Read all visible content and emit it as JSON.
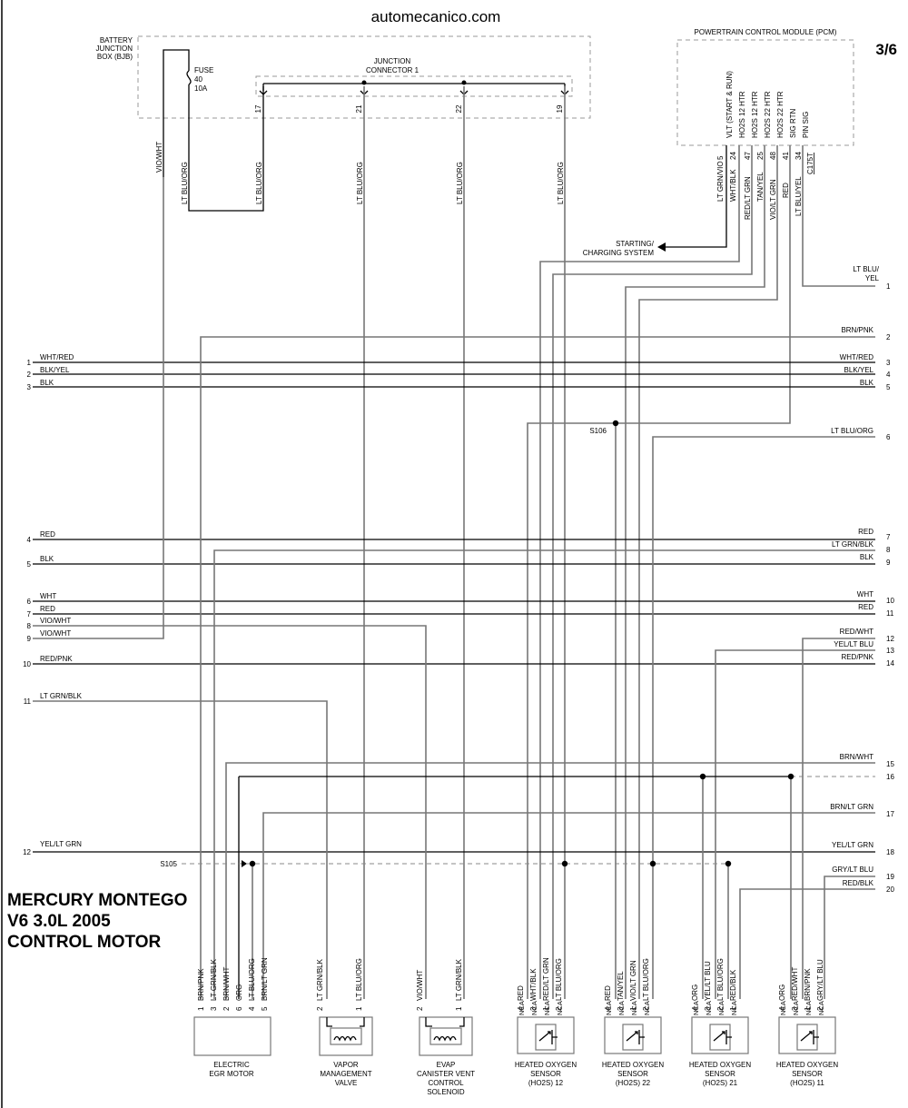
{
  "header": {
    "site": "automecanico.com",
    "page": "3/6"
  },
  "title": {
    "line1": "MERCURY  MONTEGO",
    "line2": "V6 3.0L  2005",
    "line3": "CONTROL MOTOR"
  },
  "bjb": {
    "label1": "BATTERY",
    "label2": "JUNCTION",
    "label3": "BOX (BJB)",
    "fuse": "FUSE",
    "fuse_no": "40",
    "fuse_amp": "10A"
  },
  "junction": {
    "label1": "JUNCTION",
    "label2": "CONNECTOR 1",
    "pins": [
      "17",
      "21",
      "22",
      "19"
    ]
  },
  "pcm": {
    "title": "POWERTRAIN CONTROL MODULE (PCM)",
    "connector": "C175T",
    "pins": [
      {
        "name": "VLT (START & RUN)",
        "num": "5",
        "wire": "LT GRN/VIO"
      },
      {
        "name": "HO2S 12 HTR",
        "num": "24",
        "wire": "WHT/BLK"
      },
      {
        "name": "HO2S 12 HTR",
        "num": "47",
        "wire": "RED/LT GRN"
      },
      {
        "name": "HO2S 22 HTR",
        "num": "25",
        "wire": "TAN/YEL"
      },
      {
        "name": "HO2S 22 HTR",
        "num": "48",
        "wire": "VIO/LT GRN"
      },
      {
        "name": "SIG RTN",
        "num": "41",
        "wire": "RED"
      },
      {
        "name": "PIN SIG",
        "num": "34",
        "wire": "LT BLU/YEL"
      }
    ]
  },
  "vertical_wires": {
    "vio_wht": "VIO/WHT",
    "lt_blu_org": "LT BLU/ORG"
  },
  "starting": {
    "line1": "STARTING/",
    "line2": "CHARGING SYSTEM"
  },
  "splices": {
    "s106": "S106",
    "s105": "S105"
  },
  "left_wires": [
    {
      "num": "1",
      "label": "WHT/RED"
    },
    {
      "num": "2",
      "label": "BLK/YEL"
    },
    {
      "num": "3",
      "label": "BLK"
    },
    {
      "num": "4",
      "label": "RED"
    },
    {
      "num": "5",
      "label": "BLK"
    },
    {
      "num": "6",
      "label": "WHT"
    },
    {
      "num": "7",
      "label": "RED"
    },
    {
      "num": "8",
      "label": "VIO/WHT"
    },
    {
      "num": "9",
      "label": "VIO/WHT"
    },
    {
      "num": "10",
      "label": "RED/PNK"
    },
    {
      "num": "11",
      "label": "LT GRN/BLK"
    },
    {
      "num": "12",
      "label": "YEL/LT GRN"
    }
  ],
  "right_wires": [
    {
      "num": "1",
      "label": "LT BLU/",
      "label2": "YEL"
    },
    {
      "num": "2",
      "label": "BRN/PNK"
    },
    {
      "num": "3",
      "label": "WHT/RED"
    },
    {
      "num": "4",
      "label": "BLK/YEL"
    },
    {
      "num": "5",
      "label": "BLK"
    },
    {
      "num": "6",
      "label": "LT BLU/ORG"
    },
    {
      "num": "7",
      "label": "RED"
    },
    {
      "num": "8",
      "label": "LT GRN/BLK"
    },
    {
      "num": "9",
      "label": "BLK"
    },
    {
      "num": "10",
      "label": "WHT"
    },
    {
      "num": "11",
      "label": "RED"
    },
    {
      "num": "12",
      "label": "RED/WHT"
    },
    {
      "num": "13",
      "label": "YEL/LT BLU"
    },
    {
      "num": "14",
      "label": "RED/PNK"
    },
    {
      "num": "15",
      "label": "BRN/WHT"
    },
    {
      "num": "16",
      "label": ""
    },
    {
      "num": "17",
      "label": "BRN/LT GRN"
    },
    {
      "num": "18",
      "label": "YEL/LT GRN"
    },
    {
      "num": "19",
      "label": "GRY/LT BLU"
    },
    {
      "num": "20",
      "label": "RED/BLK"
    }
  ],
  "components": {
    "egr": {
      "label1": "ELECTRIC",
      "label2": "EGR MOTOR",
      "pins": [
        {
          "num": "1",
          "wire": "BRN/PNK"
        },
        {
          "num": "3",
          "wire": "LT GRN/BLK"
        },
        {
          "num": "2",
          "wire": "BRN/WHT"
        },
        {
          "num": "6",
          "wire": "ORG"
        },
        {
          "num": "4",
          "wire": "LT BLU/ORG"
        },
        {
          "num": "5",
          "wire": "BRN/LT GRN"
        }
      ]
    },
    "vmv": {
      "label1": "VAPOR",
      "label2": "MANAGEMENT",
      "label3": "VALVE",
      "pins": [
        {
          "num": "2",
          "wire": "LT GRN/BLK"
        },
        {
          "num": "1",
          "wire": "LT BLU/ORG"
        }
      ]
    },
    "evap": {
      "label1": "EVAP",
      "label2": "CANISTER VENT",
      "label3": "CONTROL",
      "label4": "SOLENOID",
      "pins": [
        {
          "num": "2",
          "wire": "VIO/WHT"
        },
        {
          "num": "1",
          "wire": "LT GRN/BLK"
        }
      ]
    },
    "nca": "NCA",
    "sensors": [
      {
        "label1": "HEATED OXYGEN",
        "label2": "SENSOR",
        "label3": "(HO2S) 12",
        "pins": [
          {
            "num": "4",
            "wire": "RED"
          },
          {
            "num": "3",
            "wire": "WHT/BLK"
          },
          {
            "num": "1",
            "wire": "RED/LT GRN"
          },
          {
            "num": "2",
            "wire": "LT BLU/ORG"
          }
        ]
      },
      {
        "label1": "HEATED OXYGEN",
        "label2": "SENSOR",
        "label3": "(HO2S) 22",
        "pins": [
          {
            "num": "4",
            "wire": "RED"
          },
          {
            "num": "3",
            "wire": "TAN/YEL"
          },
          {
            "num": "1",
            "wire": "VIO/LT GRN"
          },
          {
            "num": "2",
            "wire": "LT BLU/ORG"
          }
        ]
      },
      {
        "label1": "HEATED OXYGEN",
        "label2": "SENSOR",
        "label3": "(HO2S) 21",
        "pins": [
          {
            "num": "4",
            "wire": "ORG"
          },
          {
            "num": "3",
            "wire": "YEL/LT BLU"
          },
          {
            "num": "2",
            "wire": "LT BLU/ORG"
          },
          {
            "num": "1",
            "wire": "RED/BLK"
          }
        ]
      },
      {
        "label1": "HEATED OXYGEN",
        "label2": "SENSOR",
        "label3": "(HO2S) 11",
        "pins": [
          {
            "num": "4",
            "wire": "ORG"
          },
          {
            "num": "3",
            "wire": "RED/WHT"
          },
          {
            "num": "1",
            "wire": "BRN/PNK"
          },
          {
            "num": "2",
            "wire": "GRY/LT BLU"
          }
        ]
      }
    ]
  }
}
